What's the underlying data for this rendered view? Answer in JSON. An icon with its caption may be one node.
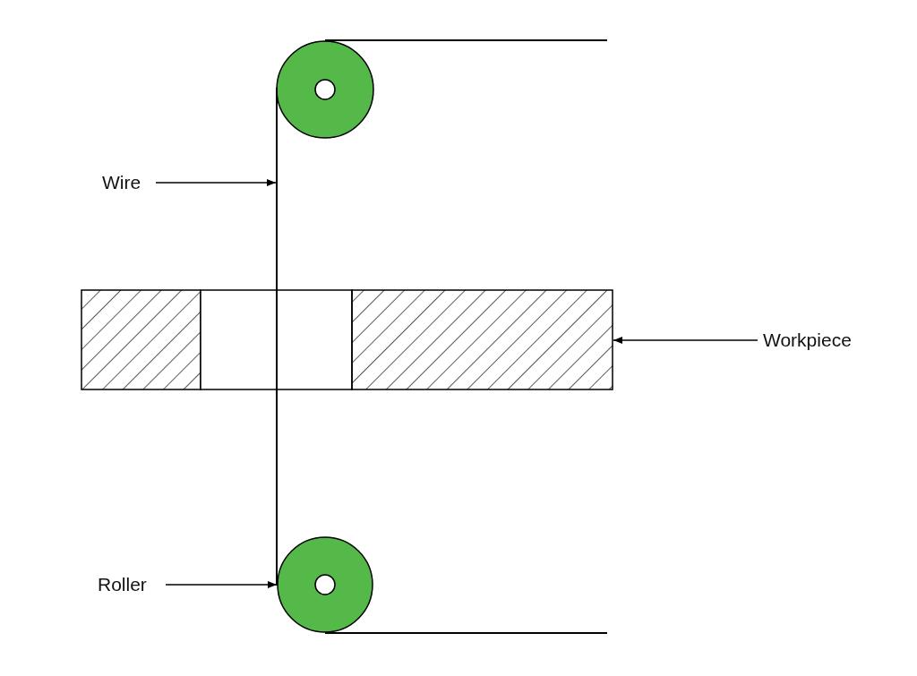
{
  "diagram": {
    "nodes": [
      {
        "text": [
          "Wire"
        ]
      },
      {
        "text": [],
        "shape": "line"
      },
      {
        "text": [
          "Workpiece"
        ]
      },
      {
        "text": [],
        "shape": "box"
      },
      {
        "text": [
          "Roller"
        ]
      },
      {
        "text": [],
        "shape": "circle"
      }
    ],
    "edges": [
      {
        "from": 0,
        "to": 1,
        "arrow": "to"
      },
      {
        "from": 2,
        "to": 3,
        "arrow": "to"
      },
      {
        "from": 4,
        "to": 5,
        "arrow": "to"
      }
    ]
  }
}
